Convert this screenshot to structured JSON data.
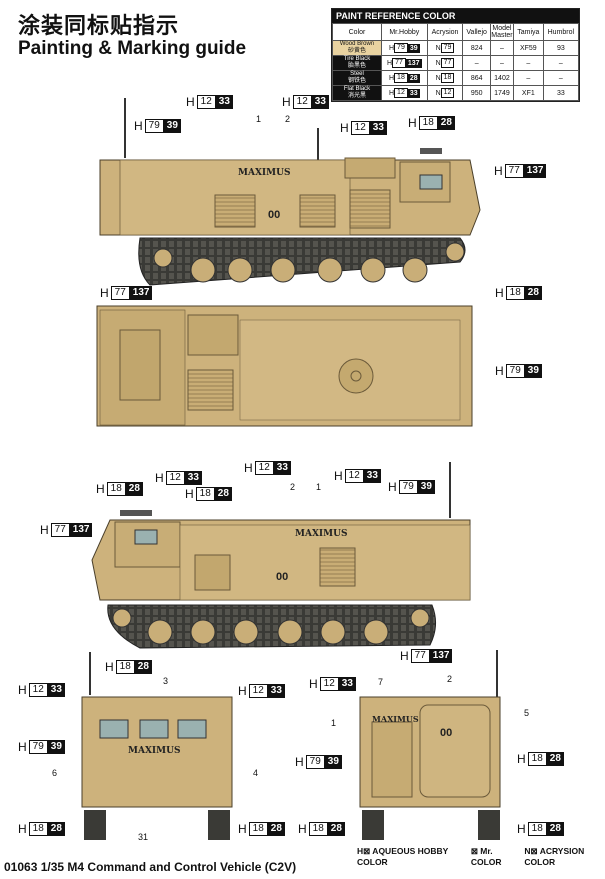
{
  "title_cn": "涂装同标贴指示",
  "title_en": "Painting & Marking guide",
  "paint_table": {
    "heading": "PAINT  REFERENCE COLOR",
    "columns": [
      "Color",
      "Mr.Hobby",
      "Acrysion",
      "Vallejo",
      "Model Master",
      "Tamiya",
      "Humbrol"
    ],
    "rows": [
      {
        "name": "Wood Brown",
        "name_cn": "砂黄色",
        "mrhobby_h": "79",
        "mrhobby_n": "39",
        "acrysion": "79",
        "vallejo": "824",
        "model_master": "–",
        "tamiya": "XF59",
        "humbrol": "93",
        "style": "wood"
      },
      {
        "name": "Tire Black",
        "name_cn": "胎黑色",
        "mrhobby_h": "77",
        "mrhobby_n": "137",
        "acrysion": "77",
        "vallejo": "–",
        "model_master": "–",
        "tamiya": "–",
        "humbrol": "–",
        "style": "dark"
      },
      {
        "name": "Steel",
        "name_cn": "钢铁色",
        "mrhobby_h": "18",
        "mrhobby_n": "28",
        "acrysion": "18",
        "vallejo": "864",
        "model_master": "1402",
        "tamiya": "–",
        "humbrol": "–",
        "style": "steel"
      },
      {
        "name": "Flat Black",
        "name_cn": "消光黑",
        "mrhobby_h": "12",
        "mrhobby_n": "33",
        "acrysion": "12",
        "vallejo": "950",
        "model_master": "1749",
        "tamiya": "XF1",
        "humbrol": "33",
        "style": "steel"
      }
    ]
  },
  "callouts": {
    "h": "H",
    "c12": "12",
    "n33": "33",
    "c79": "79",
    "n39": "39",
    "c18": "18",
    "n28": "28",
    "c77": "77",
    "n137": "137"
  },
  "numbers": {
    "n1": "1",
    "n2": "2",
    "n3": "3",
    "n4": "4",
    "n5": "5",
    "n6": "6",
    "n7": "7",
    "n31": "31"
  },
  "markings": {
    "vehicle_name": "MAXIMUS",
    "number": "00"
  },
  "legend": {
    "aqueous": "H⊠ AQUEOUS HOBBY COLOR",
    "mr": "⊠ Mr. COLOR",
    "acrysion": "N⊠ ACRYSION COLOR"
  },
  "footer": "01063 1/35  M4 Command and Control Vehicle (C2V)",
  "colors": {
    "sand": "#cdb27c",
    "sand_dark": "#b79a62",
    "track": "#3a3a36",
    "outline": "#4a3f2a"
  }
}
